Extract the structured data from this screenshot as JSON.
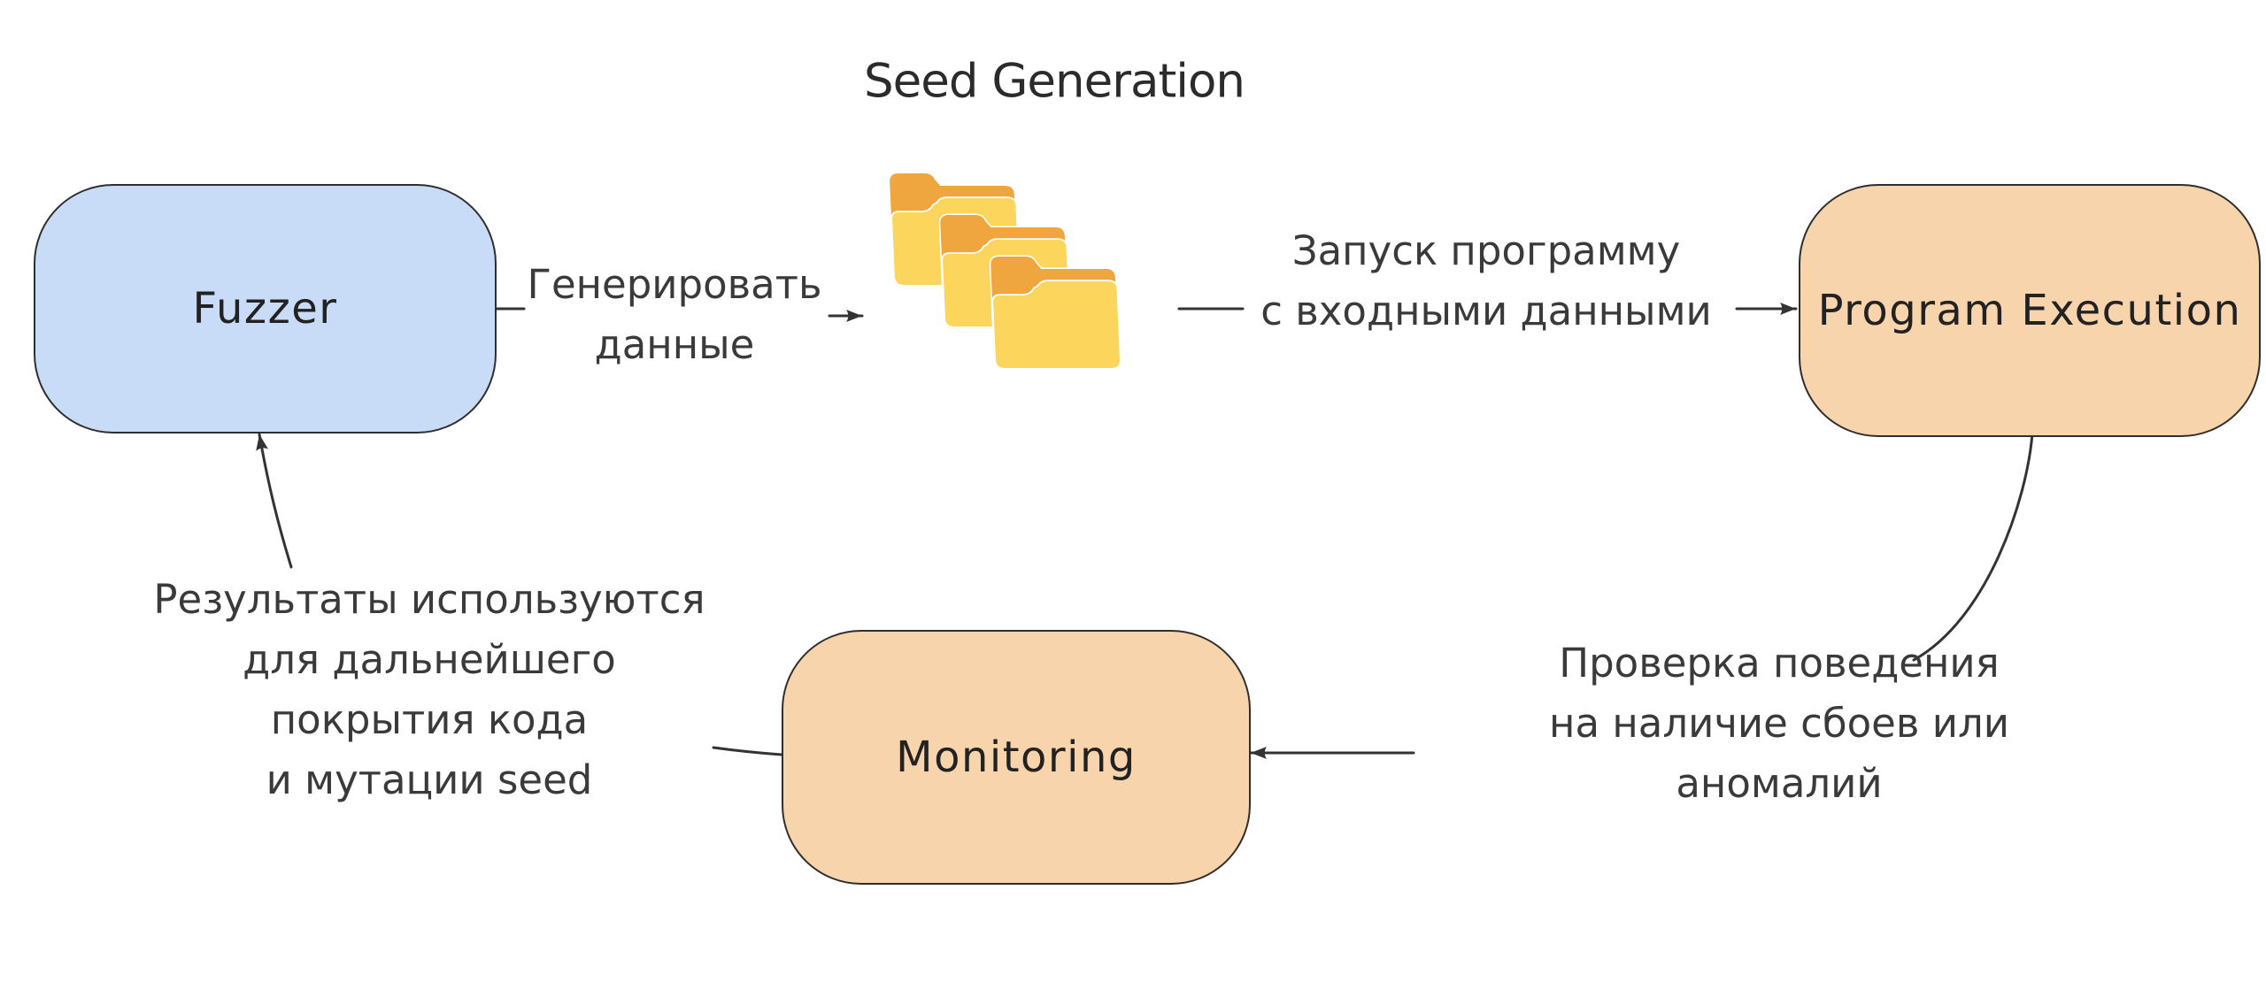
{
  "title": "Seed Generation",
  "nodes": {
    "fuzzer": {
      "label": "Fuzzer",
      "fill": "#C9DCF7"
    },
    "program_execution": {
      "label": "Program Execution",
      "fill": "#F7D4AC"
    },
    "monitoring": {
      "label": "Monitoring",
      "fill": "#F7D4AC"
    }
  },
  "edge_labels": {
    "generate_data": "Генерировать\nданные",
    "run_program": "Запуск программу\nс входными данными",
    "check_behavior": "Проверка поведения\nна наличие сбоев или аномалий",
    "results_feedback": "Результаты используются\nдля дальнейшего\nпокрытия кода\nи мутации seed"
  },
  "icons": {
    "seed_folders": "three stacked yellow folder icons"
  },
  "colors": {
    "background": "#FFFFFF",
    "stroke": "#333333",
    "text": "#333333",
    "node_border": "#2E2E2E",
    "node_blue": "#C9DCF7",
    "node_orange": "#F7D4AC",
    "folder_yellow": "#FBD55C",
    "folder_orange": "#F0A63F"
  }
}
